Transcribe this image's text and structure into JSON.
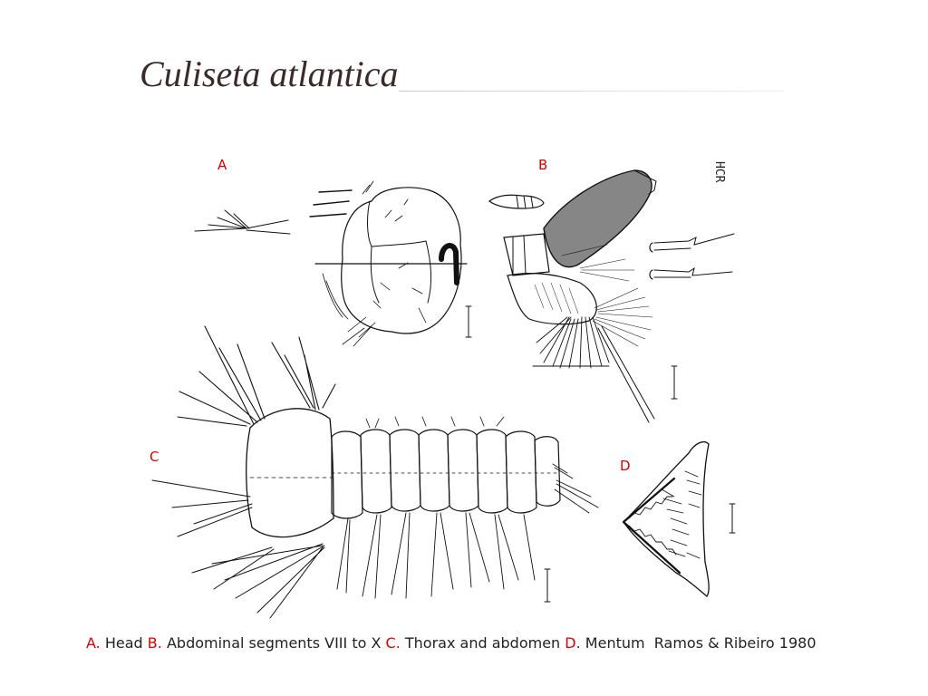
{
  "title": "Culiseta atlantica",
  "panels": [
    {
      "letter": "A",
      "description": "Head"
    },
    {
      "letter": "B",
      "description": "Abdominal segments VIII to X"
    },
    {
      "letter": "C",
      "description": "Thorax and abdomen"
    },
    {
      "letter": "D",
      "description": "Mentum"
    }
  ],
  "credit": "Ramos & Ribeiro 1980",
  "illustrator_initials": "HCR",
  "colors": {
    "label": "#e00000",
    "title": "#3a2a2a",
    "ink": "#111111"
  }
}
